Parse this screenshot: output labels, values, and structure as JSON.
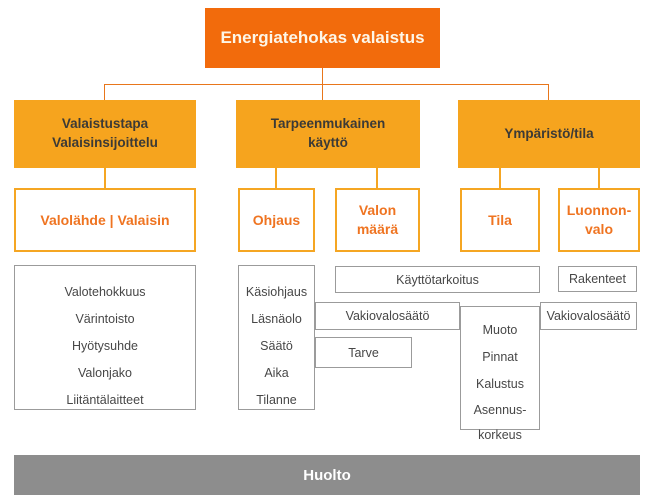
{
  "colors": {
    "root_orange": "#F26B0C",
    "amber": "#F6A41E",
    "amber_border": "#F5A623",
    "orange_text": "#EF7421",
    "connector_orange": "#E8761B",
    "gray_border": "#9B9B9B",
    "footer_gray": "#8D8D8D",
    "dark_text": "#3C3A36"
  },
  "root": {
    "label": "Energiatehokas valaistus"
  },
  "level2": {
    "valaistustapa": "Valaistustapa\nValaisinsijoittelu",
    "tarpeenmukainen": "Tarpeenmukainen\nkäyttö",
    "ymparisto": "Ympäristö/tila"
  },
  "level3": {
    "valolahde": "Valolähde | Valaisin",
    "ohjaus": "Ohjaus",
    "valon_maara": "Valon\nmäärä",
    "tila": "Tila",
    "luonnonvalo": "Luonnon-\nvalo"
  },
  "level4": {
    "valolahde_list": [
      "Valotehokkuus",
      "Värintoisto",
      "Hyötysuhde",
      "Valonjako",
      "Liitäntälaitteet"
    ],
    "ohjaus_list": [
      "Käsiohjaus",
      "Läsnäolo",
      "Säätö",
      "Aika",
      "Tilanne"
    ],
    "kayttotarkoitus": "Käyttötarkoitus",
    "vakiovalosaato_left": "Vakiovalosäätö",
    "vakiovalosaato_right": "Vakiovalosäätö",
    "tarve": "Tarve",
    "muoto_list": [
      "Muoto",
      "Pinnat",
      "Kalustus",
      "Asennus-\nkorkeus"
    ],
    "rakenteet": "Rakenteet"
  },
  "footer": {
    "label": "Huolto"
  }
}
